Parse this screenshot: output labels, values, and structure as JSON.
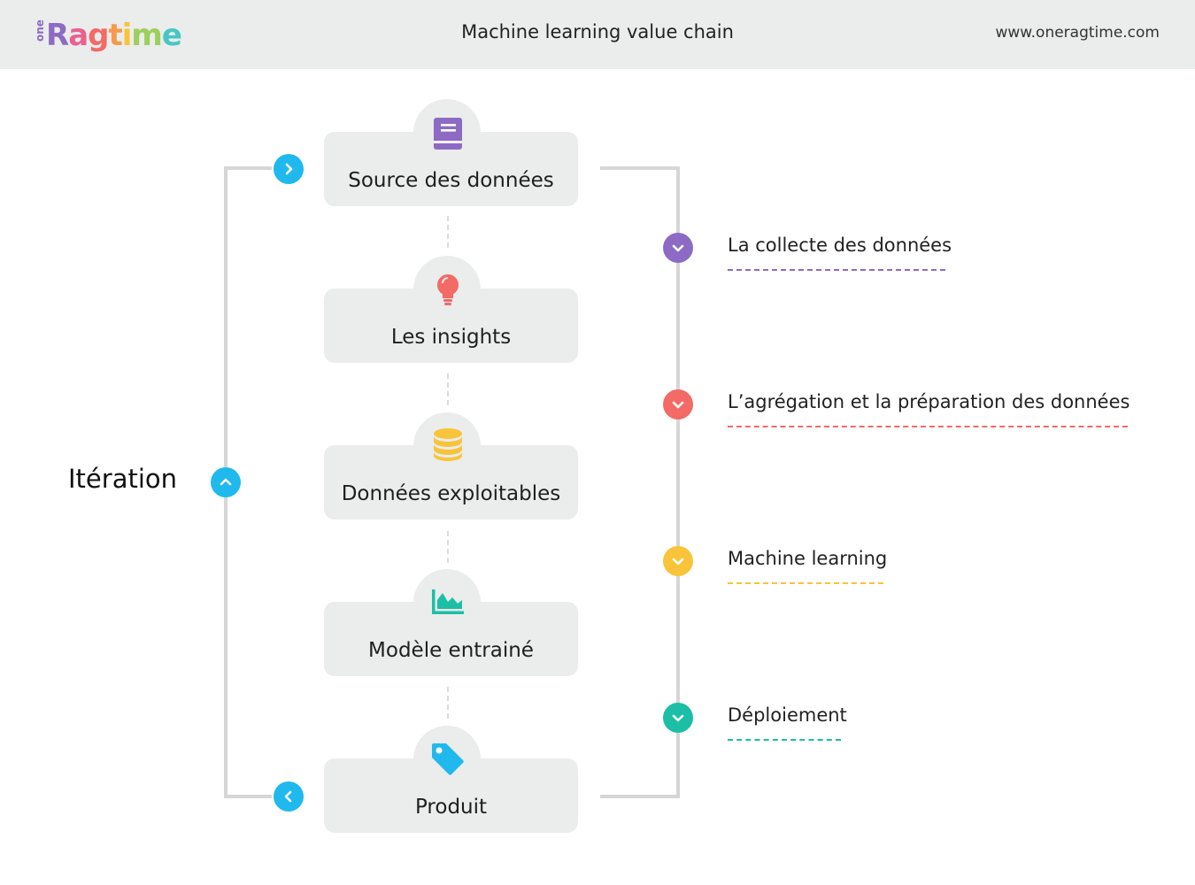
{
  "header": {
    "logo_prefix": "one",
    "logo_word": "Ragtime",
    "title": "Machine learning value chain",
    "url": "www.oneragtime.com"
  },
  "boxes": [
    {
      "label": "Source des données",
      "icon": "book-icon",
      "color": "#8d6bc4"
    },
    {
      "label": "Les insights",
      "icon": "lightbulb-icon",
      "color": "#f36a66"
    },
    {
      "label": "Données exploitables",
      "icon": "database-icon",
      "color": "#f9c43a"
    },
    {
      "label": "Modèle entrainé",
      "icon": "area-chart-icon",
      "color": "#1cbfa6"
    },
    {
      "label": "Produit",
      "icon": "tag-icon",
      "color": "#20b9ee"
    }
  ],
  "steps": [
    {
      "label": "La collecte des données",
      "color": "#8d6bc4"
    },
    {
      "label": "L’agrégation et la préparation des données",
      "color": "#f36a66"
    },
    {
      "label": "Machine learning",
      "color": "#f9c43a"
    },
    {
      "label": "Déploiement",
      "color": "#1cbfa6"
    }
  ],
  "iteration": {
    "label": "Itération",
    "color": "#20b9ee"
  },
  "colors": {
    "connector": "#d6d6d6",
    "box_bg": "#ebecec",
    "header_bg": "#ebecec"
  }
}
